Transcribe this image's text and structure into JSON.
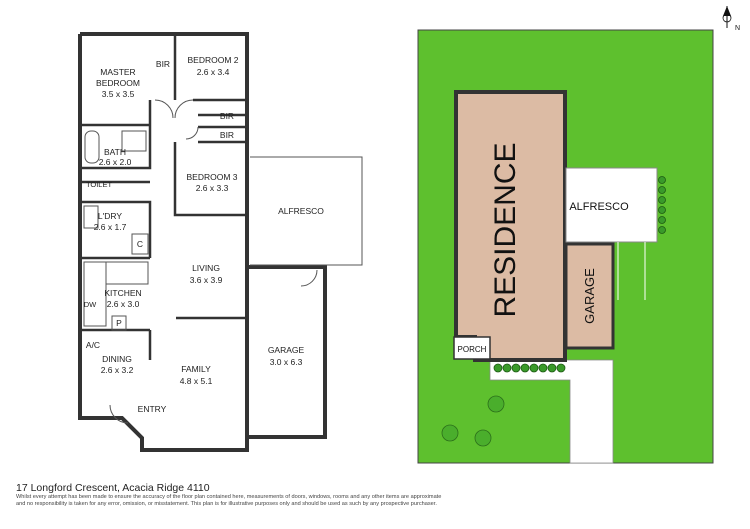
{
  "floorplan": {
    "rooms": {
      "master": {
        "name_1": "MASTER",
        "name_2": "BEDROOM",
        "size": "3.5 x 3.5"
      },
      "bir1": {
        "name": "BIR"
      },
      "bedroom2": {
        "name": "BEDROOM 2",
        "size": "2.6 x 3.4"
      },
      "bir2": {
        "name": "BIR"
      },
      "bir3": {
        "name": "BIR"
      },
      "bath": {
        "name": "BATH",
        "size": "2.6 x 2.0"
      },
      "toilet": {
        "name": "TOILET"
      },
      "bedroom3": {
        "name": "BEDROOM 3",
        "size": "2.6 x 3.3"
      },
      "ldry": {
        "name": "L'DRY",
        "size": "2.6 x 1.7"
      },
      "cupboard": {
        "name": "C"
      },
      "alfresco": {
        "name": "ALFRESCO"
      },
      "living": {
        "name": "LIVING",
        "size": "3.6 x 3.9"
      },
      "kitchen": {
        "name": "KITCHEN",
        "size": "2.6 x 3.0"
      },
      "dw": {
        "name": "DW"
      },
      "pantry": {
        "name": "P"
      },
      "garage": {
        "name": "GARAGE",
        "size": "3.0 x 6.3"
      },
      "ac": {
        "name": "A/C"
      },
      "dining": {
        "name": "DINING",
        "size": "2.6 x 3.2"
      },
      "family": {
        "name": "FAMILY",
        "size": "4.8 x 5.1"
      },
      "entry": {
        "name": "ENTRY"
      }
    }
  },
  "siteplan": {
    "residence": "RESIDENCE",
    "alfresco": "ALFRESCO",
    "garage": "GARAGE",
    "porch": "PORCH",
    "compass": "N",
    "colors": {
      "lawn": "#5ec02e",
      "residence": "#dcbba4",
      "driveway": "#ffffff",
      "shrub": "#3a9a2a"
    }
  },
  "footer": {
    "address": "17 Longford Crescent, Acacia Ridge 4110",
    "disclaimer": "Whilst every attempt has been made to ensure the accuracy of the floor plan contained here, measurements of doors, windows, rooms and any other items are approximate and no responsibility is taken for any error, omission, or misstatement. This plan is for illustrative purposes only and should be used as such by any prospective purchaser."
  }
}
